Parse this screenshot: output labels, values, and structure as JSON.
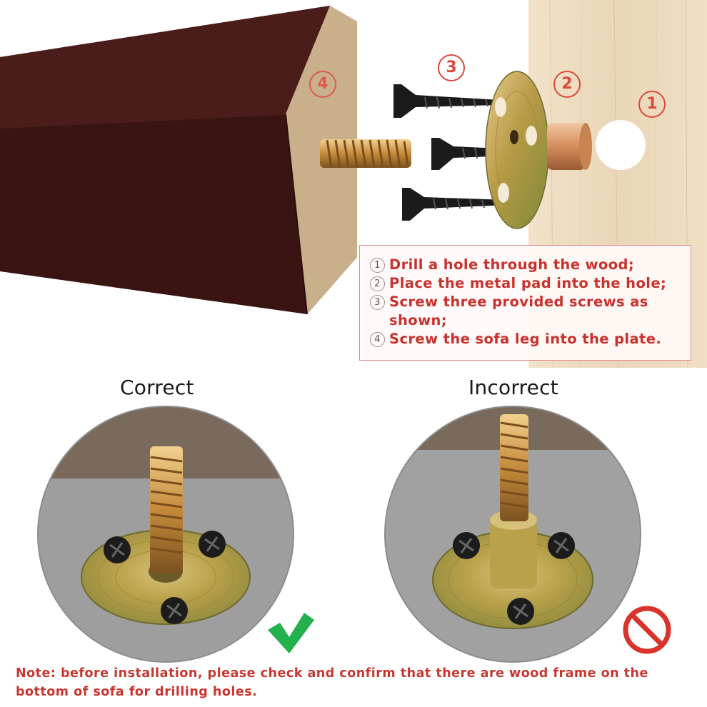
{
  "steps": {
    "markers": {
      "hole": "1",
      "plate": "2",
      "screws": "3",
      "leg": "4"
    },
    "instructions": [
      {
        "num": "1",
        "text": "Drill a hole through the wood;"
      },
      {
        "num": "2",
        "text": "Place the metal pad into the hole;"
      },
      {
        "num": "3",
        "text": "Screw three provided screws as\nshown;"
      },
      {
        "num": "4",
        "text": "Screw the sofa leg into the plate."
      }
    ]
  },
  "comparison": {
    "correct_label": "Correct",
    "incorrect_label": "Incorrect",
    "correct_icon": "checkmark-icon",
    "incorrect_icon": "prohibited-icon",
    "correct_color": "#22b14c",
    "incorrect_color": "#d9342b"
  },
  "note": "Note: before installation, please check and confirm that there are wood frame on the bottom of sofa for drilling holes.",
  "colors": {
    "accent_red": "#c8312c",
    "leg_brown": "#3b1514",
    "wood_board": "#ead7bb"
  }
}
